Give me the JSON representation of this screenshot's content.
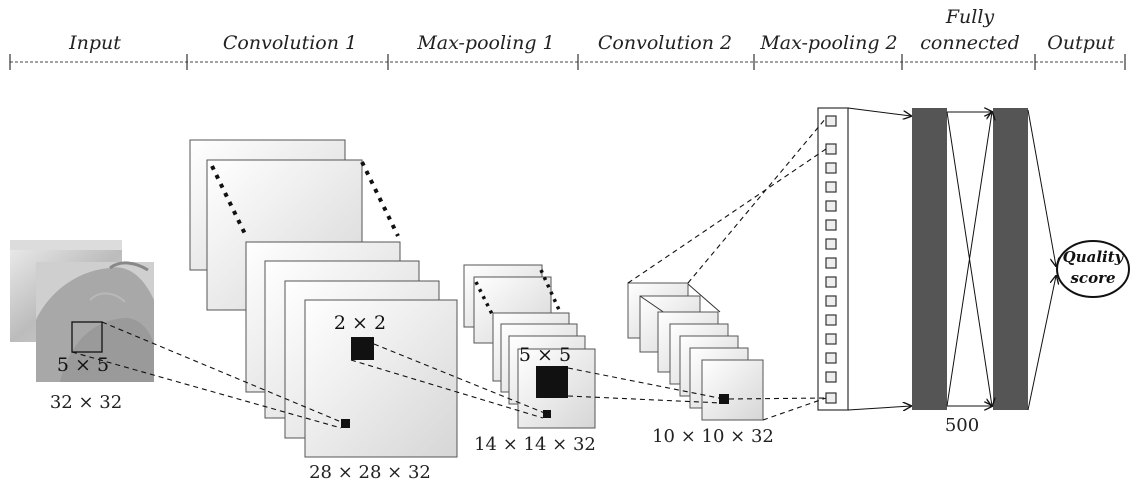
{
  "stages": {
    "input": "Input",
    "conv1": "Convolution 1",
    "pool1": "Max-pooling 1",
    "conv2": "Convolution 2",
    "pool2": "Max-pooling 2",
    "fc_line1": "Fully",
    "fc_line2": "connected",
    "output": "Output"
  },
  "dims": {
    "input": "32 × 32",
    "input_kernel": "5 × 5",
    "conv1": "28 × 28 × 32",
    "conv1_pool": "2 × 2",
    "pool1": "14 × 14 × 32",
    "pool1_kernel": "5 × 5",
    "conv2": "10 × 10 × 32",
    "fc": "500"
  },
  "output": {
    "line1": "Quality",
    "line2": "score"
  },
  "colors": {
    "fc_bar": "#555555",
    "kernel_fill": "#111111"
  }
}
